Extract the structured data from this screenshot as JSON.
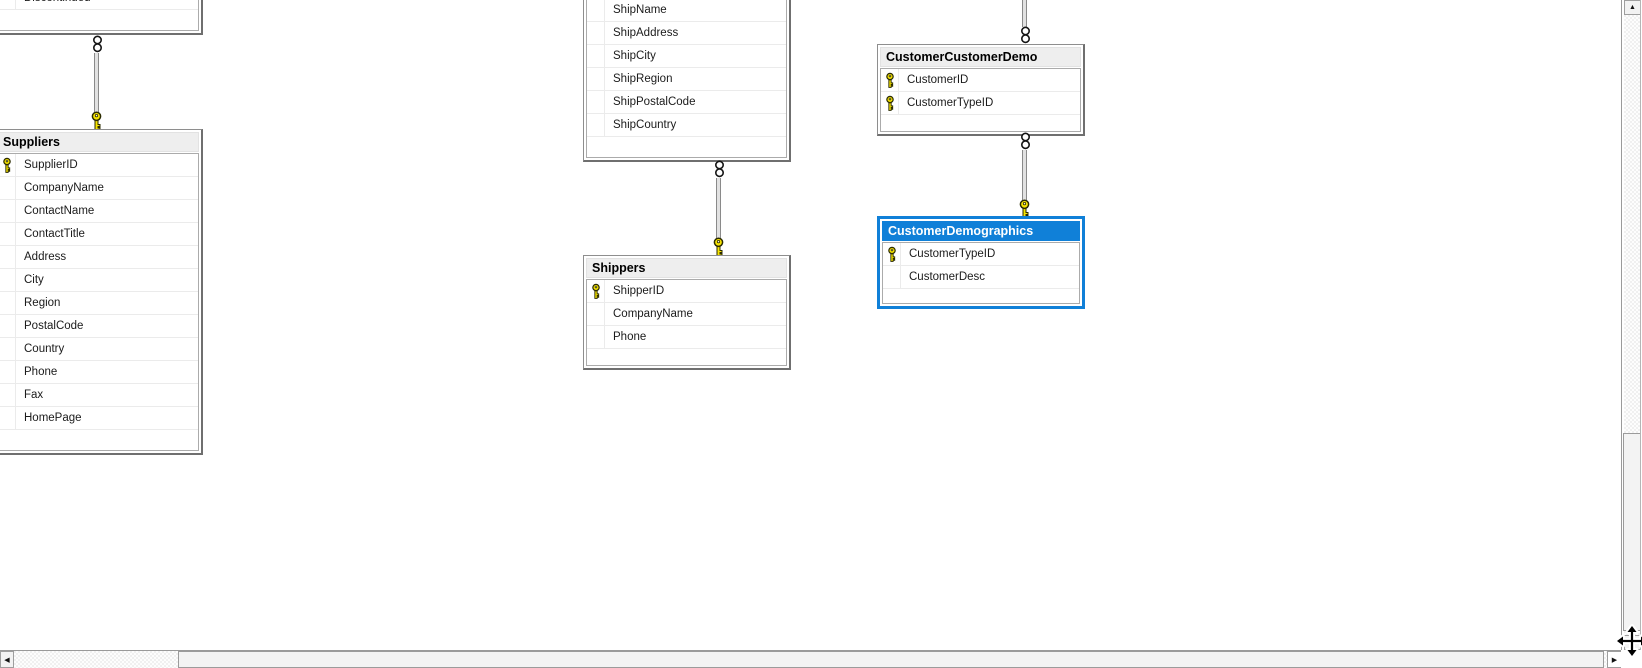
{
  "diagram": {
    "kind": "database-diagram",
    "background": "#ffffff",
    "selection_color": "#1080d8",
    "header_color": "#eeeeee",
    "key_color": "#f7e400"
  },
  "tables": {
    "partial_top_left": {
      "title": "",
      "partial": true,
      "fields": [
        {
          "name": "Discontinued",
          "key": false
        }
      ]
    },
    "suppliers": {
      "title": "Suppliers",
      "partial": false,
      "fields": [
        {
          "name": "SupplierID",
          "key": true
        },
        {
          "name": "CompanyName",
          "key": false
        },
        {
          "name": "ContactName",
          "key": false
        },
        {
          "name": "ContactTitle",
          "key": false
        },
        {
          "name": "Address",
          "key": false
        },
        {
          "name": "City",
          "key": false
        },
        {
          "name": "Region",
          "key": false
        },
        {
          "name": "PostalCode",
          "key": false
        },
        {
          "name": "Country",
          "key": false
        },
        {
          "name": "Phone",
          "key": false
        },
        {
          "name": "Fax",
          "key": false
        },
        {
          "name": "HomePage",
          "key": false
        }
      ]
    },
    "partial_top_center": {
      "title": "",
      "partial": true,
      "fields": [
        {
          "name": "ShipName",
          "key": false
        },
        {
          "name": "ShipAddress",
          "key": false
        },
        {
          "name": "ShipCity",
          "key": false
        },
        {
          "name": "ShipRegion",
          "key": false
        },
        {
          "name": "ShipPostalCode",
          "key": false
        },
        {
          "name": "ShipCountry",
          "key": false
        }
      ]
    },
    "shippers": {
      "title": "Shippers",
      "partial": false,
      "fields": [
        {
          "name": "ShipperID",
          "key": true
        },
        {
          "name": "CompanyName",
          "key": false
        },
        {
          "name": "Phone",
          "key": false
        }
      ]
    },
    "customer_customer_demo": {
      "title": "CustomerCustomerDemo",
      "partial": false,
      "fields": [
        {
          "name": "CustomerID",
          "key": true
        },
        {
          "name": "CustomerTypeID",
          "key": true
        }
      ]
    },
    "customer_demographics": {
      "title": "CustomerDemographics",
      "partial": false,
      "selected": true,
      "fields": [
        {
          "name": "CustomerTypeID",
          "key": true
        },
        {
          "name": "CustomerDesc",
          "key": false
        }
      ]
    }
  },
  "relationships": [
    {
      "id": "partial-top-left-to-suppliers",
      "many_end": "infinity-icon",
      "one_end": "key-icon"
    },
    {
      "id": "partial-top-center-to-shippers",
      "many_end": "infinity-icon",
      "one_end": "key-icon"
    },
    {
      "id": "offscreen-to-customer-customer-demo",
      "many_end": "infinity-icon",
      "one_end": null
    },
    {
      "id": "customer-customer-demo-to-customer-demographics",
      "many_end": "infinity-icon",
      "one_end": "key-icon"
    }
  ],
  "icons": {
    "scroll_up": "▲",
    "scroll_down": "▼",
    "scroll_left": "◀",
    "scroll_right": "▶",
    "primary_key": "key-icon",
    "many_cardinality": "infinity-icon",
    "pointer": "move-cursor-icon"
  }
}
